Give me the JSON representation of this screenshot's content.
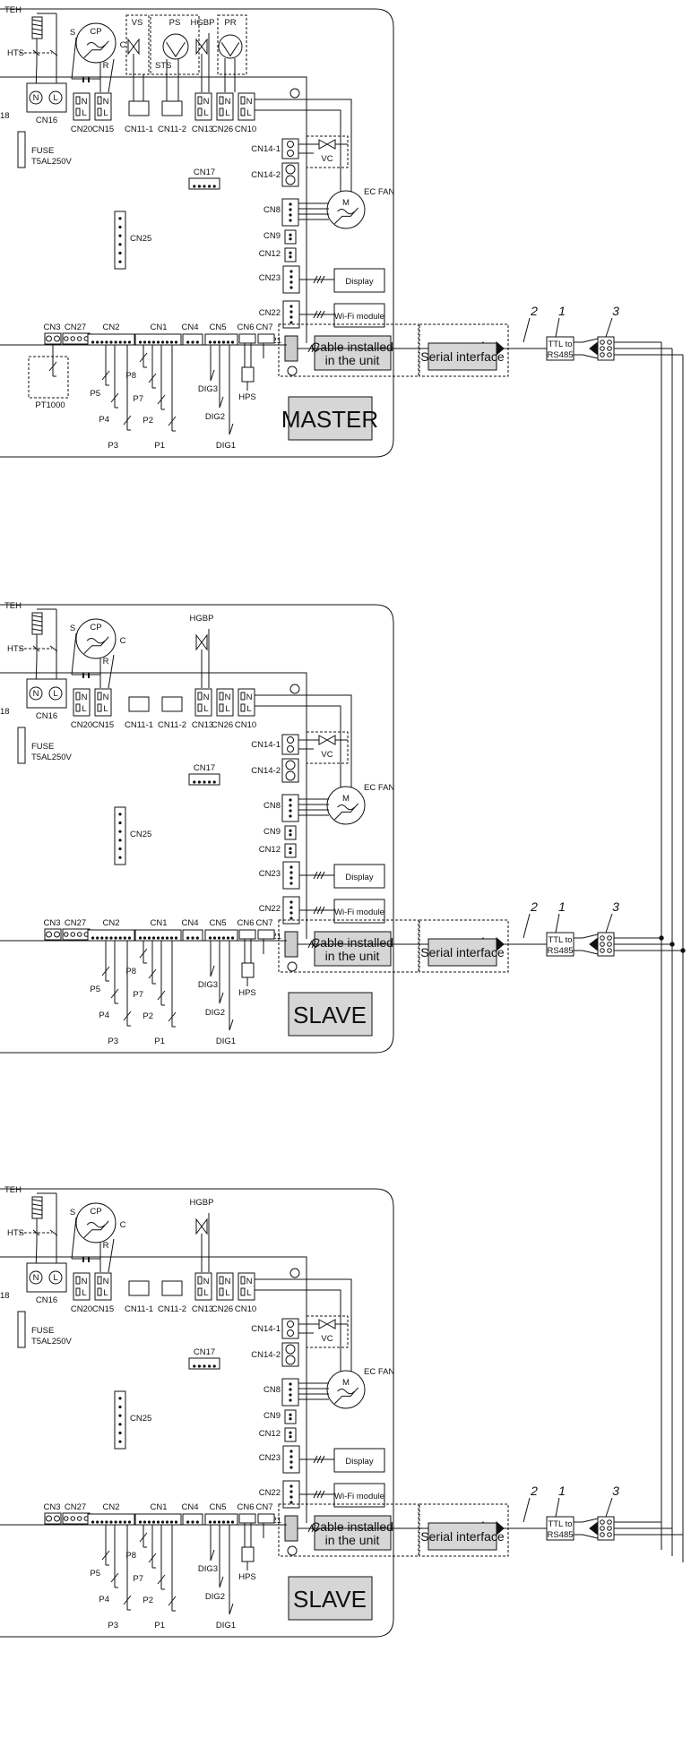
{
  "components": {
    "teh": "TEH",
    "hts": "HTS",
    "cp": "CP",
    "cp_s": "S",
    "cp_c": "C",
    "cp_r": "R",
    "vs": "VS",
    "ps": "PS",
    "sts": "STS",
    "hgbp": "HGBP",
    "pr": "PR",
    "fuse": "FUSE",
    "fuse_rating": "T5AL250V",
    "n18": "18",
    "vc": "VC",
    "ec_fan": "EC FAN",
    "fan_m": "M",
    "pt1000": "PT1000",
    "hps": "HPS",
    "terminal_n": "N",
    "terminal_l": "L"
  },
  "connectors": {
    "top": [
      "CN16",
      "CN20",
      "CN15",
      "CN11-1",
      "CN11-2",
      "CN13",
      "CN26",
      "CN10"
    ],
    "right": [
      "CN14-1",
      "CN14-2",
      "CN8",
      "CN9",
      "CN12",
      "CN23",
      "CN22",
      "CN21"
    ],
    "bottom": [
      "CN3",
      "CN27",
      "CN2",
      "CN1",
      "CN4",
      "CN5",
      "CN6",
      "CN7"
    ],
    "cn17": "CN17",
    "cn25": "CN25"
  },
  "probes": [
    "P1",
    "P2",
    "P3",
    "P4",
    "P5",
    "P7",
    "P8"
  ],
  "digital_inputs": [
    "DIG1",
    "DIG2",
    "DIG3"
  ],
  "boxes": {
    "display": "Display",
    "wifi": "Wi-Fi module",
    "cable_line1": "Cable installed",
    "cable_line2": "in the unit",
    "serial": "Serial interface",
    "ttl_line1": "TTL to",
    "ttl_line2": "RS485"
  },
  "callouts": [
    "2",
    "1",
    "3"
  ],
  "units": [
    {
      "role": "MASTER",
      "full_top": true
    },
    {
      "role": "SLAVE",
      "full_top": false
    },
    {
      "role": "SLAVE",
      "full_top": false
    }
  ]
}
